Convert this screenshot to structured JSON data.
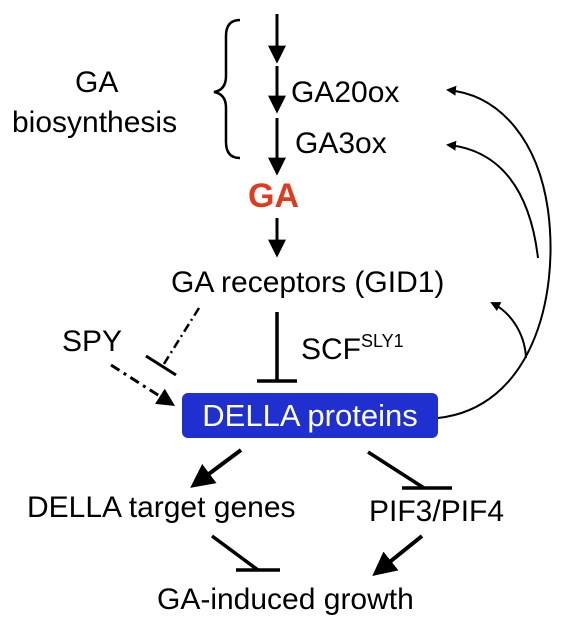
{
  "colors": {
    "ga_label": "#e23a1c",
    "della_box": "#1f2fd0",
    "line": "#000000"
  },
  "labels": {
    "ga_biosynthesis_line1": "GA",
    "ga_biosynthesis_line2": "biosynthesis",
    "ga20ox": "GA20ox",
    "ga3ox": "GA3ox",
    "ga": "GA",
    "receptors": "GA receptors (GID1)",
    "spy": "SPY",
    "scf_main": "SCF",
    "scf_sup": "SLY1",
    "della": "DELLA proteins",
    "target_genes": "DELLA target genes",
    "pif": "PIF3/PIF4",
    "growth": "GA-induced growth"
  }
}
